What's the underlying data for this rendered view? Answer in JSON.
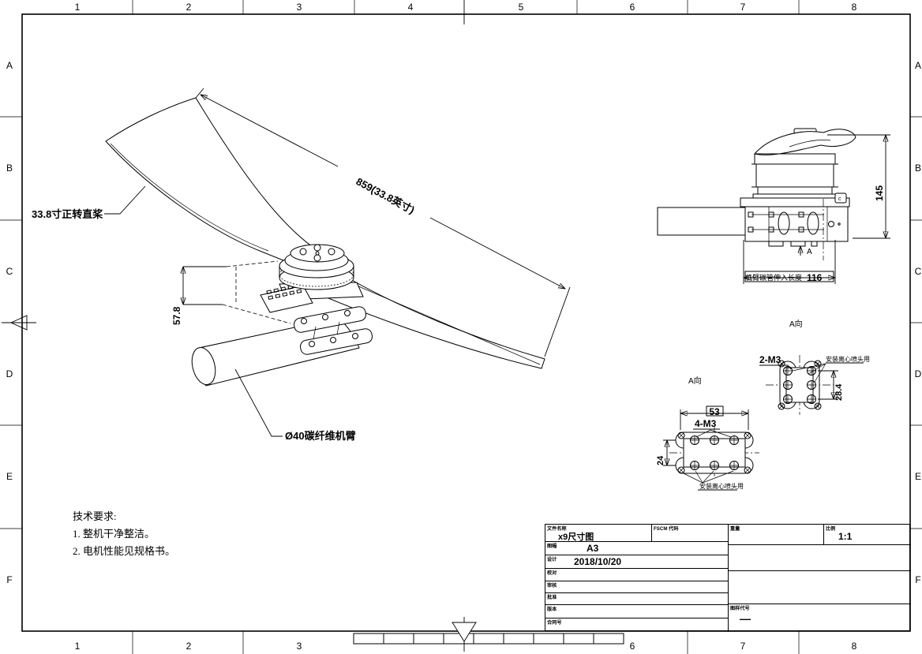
{
  "sheet": {
    "columns": [
      "1",
      "2",
      "3",
      "4",
      "5",
      "6",
      "7",
      "8"
    ],
    "rows": [
      "A",
      "B",
      "C",
      "D",
      "E",
      "F"
    ]
  },
  "main_view": {
    "prop_label": "33.8寸正转直桨",
    "span_dim": "859(33.8英寸)",
    "height_dim": "57.8",
    "arm_label": "Ø40碳纤维机臂"
  },
  "side_view": {
    "height_dim": "145",
    "insert_label": "机臂碳管伸入长度",
    "insert_value": "116",
    "section_label": "A",
    "clip_mark": "c"
  },
  "detail_left": {
    "view_label": "A向",
    "width_dim": "53",
    "holes": "4-M3",
    "height_dim": "24",
    "note": "安装离心喷头用"
  },
  "detail_right": {
    "view_label": "A向",
    "holes": "2-M3",
    "height_dim": "28.4",
    "note": "安装离心喷头用"
  },
  "tech_notes": {
    "title": "技术要求:",
    "item1": "1. 整机干净整洁。",
    "item2": "2. 电机性能见规格书。"
  },
  "title_block": {
    "file_label": "文件名称",
    "file_value": "x9尺寸图",
    "fscm_label": "FSCM 代码",
    "weight_label": "重量",
    "scale_label": "比例",
    "scale_value": "1:1",
    "size_label": "图幅",
    "size_value": "A3",
    "design_label": "设计",
    "design_value": "2018/10/20",
    "check_label": "校对",
    "audit_label": "审核",
    "approve_label": "批准",
    "version_label": "版本",
    "contract_label": "合同号",
    "code_label": "图样代号",
    "code_value": "—"
  },
  "colors": {
    "ink": "#000000",
    "paper": "#ffffff"
  }
}
